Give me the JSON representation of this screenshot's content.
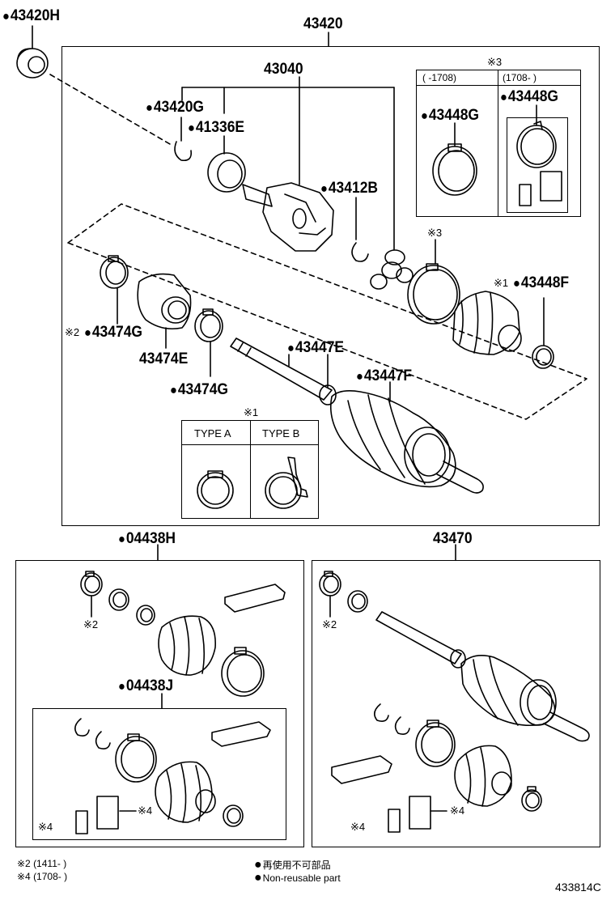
{
  "labels": {
    "p43420H": "43420H",
    "p43420": "43420",
    "p43040": "43040",
    "p43420G": "43420G",
    "p41336E": "41336E",
    "p43412B": "43412B",
    "p43448G_a": "43448G",
    "p43448G_b": "43448G",
    "p43448F": "43448F",
    "p43474G_a": "43474G",
    "p43474E": "43474E",
    "p43474G_b": "43474G",
    "p43447E": "43447E",
    "p43447F": "43447F",
    "p04438H": "04438H",
    "p04438J": "04438J",
    "p43470": "43470"
  },
  "marks": {
    "m3_top": "※3",
    "m3_mid": "※3",
    "m1_mid": "※1",
    "m2_mid": "※2",
    "m1_types": "※1",
    "m2_left": "※2",
    "m2_right": "※2",
    "m4_l1": "※4",
    "m4_l2": "※4",
    "m4_r1": "※4",
    "m4_r2": "※4"
  },
  "inset3": {
    "col1": "(      -1708)",
    "col2": "(1708-      )"
  },
  "types": {
    "a": "TYPE A",
    "b": "TYPE B"
  },
  "footnotes": {
    "n2": "※2 (1411-        )",
    "n4": "※4 (1708-        )",
    "jp": "再使用不可部品",
    "en": "Non-reusable part"
  },
  "figure_id": "433814C"
}
